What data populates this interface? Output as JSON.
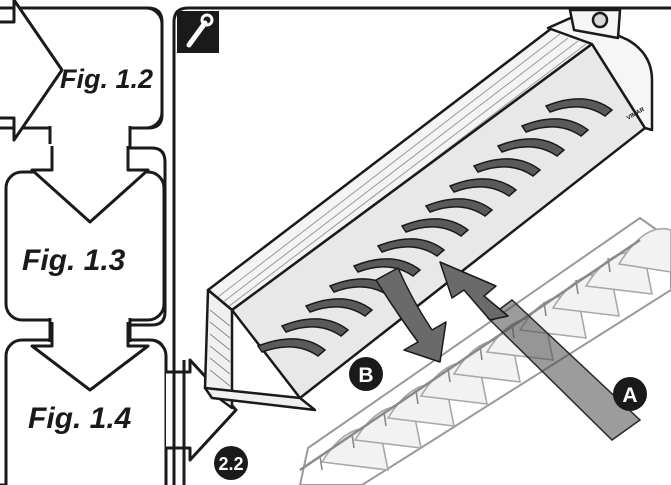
{
  "flow": {
    "steps": [
      {
        "label": "Fig. 1.2"
      },
      {
        "label": "Fig. 1.3"
      },
      {
        "label": "Fig. 1.4"
      }
    ],
    "next_step": "2.2"
  },
  "illustration": {
    "tool_icon": "wrench-icon",
    "callouts": [
      "A",
      "B"
    ],
    "brand_mark": "VIMAR"
  },
  "colors": {
    "outline": "#1a1a1a",
    "louver_dark": "#555555",
    "arrow_gray": "#6a6a6a",
    "highlight": "#3a3a3a"
  }
}
